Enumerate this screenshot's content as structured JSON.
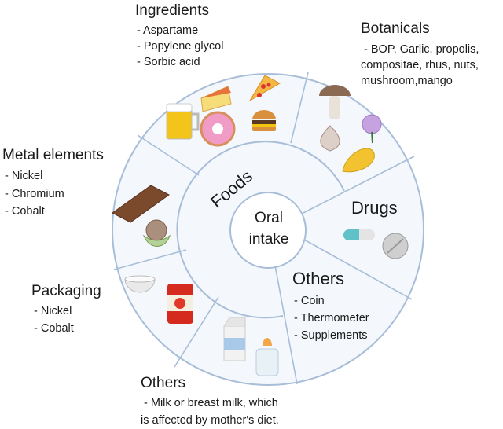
{
  "center": {
    "line1": "Oral",
    "line2": "intake"
  },
  "foods": {
    "label": "Foods"
  },
  "drugs": {
    "label": "Drugs"
  },
  "others_right": {
    "label": "Others",
    "items": [
      "- Coin",
      "- Thermometer",
      "- Supplements"
    ]
  },
  "ingredients": {
    "label": "Ingredients",
    "items": [
      "- Aspartame",
      "- Popylene glycol",
      "- Sorbic acid"
    ]
  },
  "botanicals": {
    "label": "Botanicals",
    "lines": [
      " - BOP, Garlic, propolis,",
      "compositae, rhus, nuts,",
      "mushroom,mango"
    ]
  },
  "metal_elements": {
    "label": "Metal elements",
    "items": [
      "- Nickel",
      "- Chromium",
      "- Cobalt"
    ]
  },
  "packaging": {
    "label": "Packaging",
    "items": [
      "- Nickel",
      "- Cobalt"
    ]
  },
  "others_bottom": {
    "label": "Others",
    "lines": [
      " - Milk or breast milk, which",
      "is affected by mother's diet."
    ]
  },
  "colors": {
    "ring_fill": "#f4f8fc",
    "ring_line": "#a8bdd8"
  }
}
